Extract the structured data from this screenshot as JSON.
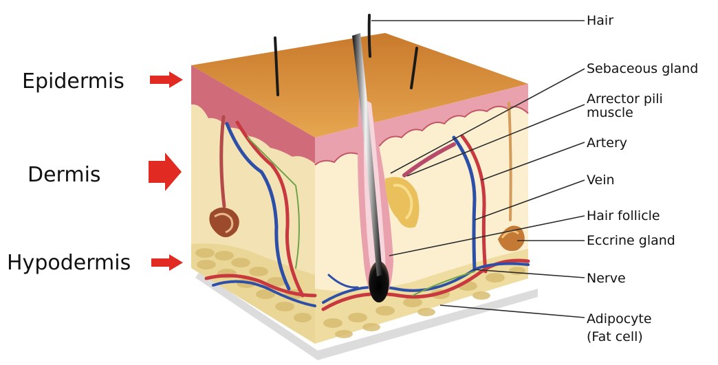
{
  "diagram": {
    "layers": [
      "Epidermis",
      "Dermis",
      "Hypodermis"
    ],
    "parts": {
      "hair": "Hair",
      "sebaceous_gland": "Sebaceous gland",
      "arrector_pili_line1": "Arrector pili",
      "arrector_pili_line2": "muscle",
      "artery": "Artery",
      "vein": "Vein",
      "hair_follicle": "Hair follicle",
      "eccrine_gland": "Eccrine gland",
      "nerve": "Nerve",
      "adipocyte_line1": "Adipocyte",
      "adipocyte_line2": "(Fat cell)"
    }
  },
  "colors": {
    "arrow": "#e02a22",
    "skin_surface": "#d9913c",
    "epidermis": "#d9707f",
    "dermis": "#f6e6bd",
    "fat": "#ead696",
    "artery": "#c8393f",
    "vein": "#2d4fa8",
    "nerve": "#6fa24a"
  }
}
